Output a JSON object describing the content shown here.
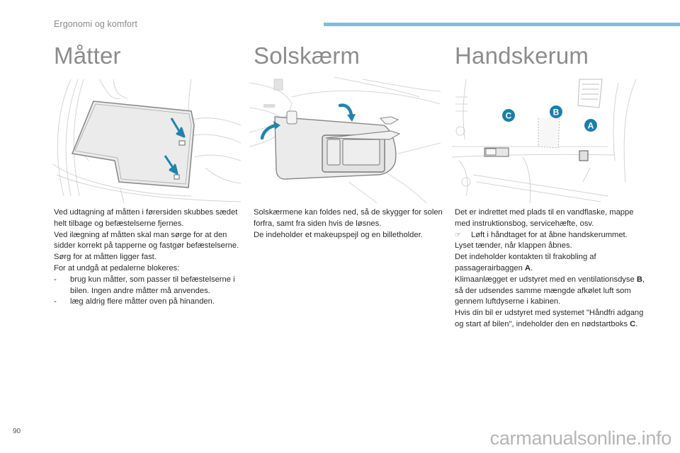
{
  "header": {
    "section_label": "Ergonomi og komfort",
    "accent_color": "#7fbcd6"
  },
  "columns": [
    {
      "title": "Måtter",
      "figure": {
        "description": "floor mat illustration with two blue arrows pointing at fastening clips",
        "arrow_color": "#1f84ad"
      },
      "paragraphs": [
        "Ved udtagning af måtten i førersiden skubbes sædet helt tilbage og befæstelserne fjernes.",
        "Ved ilægning af måtten skal man sørge for at den sidder korrekt på tapperne og fastgør befæstelserne. Sørg for at måtten ligger fast.",
        "For at undgå at pedalerne blokeres:"
      ],
      "bullets": [
        {
          "mark": "-",
          "text": "brug kun måtter, som passer til befæstelserne i bilen. Ingen andre måtter må anvendes."
        },
        {
          "mark": "-",
          "text": "læg aldrig flere måtter oven på hinanden."
        }
      ]
    },
    {
      "title": "Solskærm",
      "figure": {
        "description": "sun visor illustration with curved blue arrows and vanity mirror",
        "arrow_color": "#1f84ad"
      },
      "paragraphs": [
        "Solskærmene kan foldes ned, så de skygger for solen forfra, samt fra siden hvis de løsnes.",
        "De indeholder et makeupspejl og en billetholder."
      ]
    },
    {
      "title": "Handskerum",
      "figure": {
        "description": "glove box illustration with callouts A, B, C",
        "callouts": [
          "C",
          "B",
          "A"
        ],
        "callout_color": "#1b7fa8"
      },
      "paragraphs_before": [
        "Det er indrettet med plads til en vandflaske, mappe med instruktionsbog, servicehæfte, osv."
      ],
      "action_bullet": {
        "mark": "☞",
        "text": "Løft i håndtaget for at åbne handskerummet."
      },
      "lines": {
        "light": "Lyset tænder, når klappen åbnes.",
        "airbag_pre": "Det indeholder kontakten til frakobling af passagerairbaggen ",
        "airbag_ref": "A",
        "airbag_post": ".",
        "vent_pre": "Klimaanlægget er udstyret med en ventilationsdyse ",
        "vent_ref": "B",
        "vent_post": ", så der udsendes samme mængde afkølet luft som gennem luftdyserne i kabinen.",
        "keyless_pre": "Hvis din bil er udstyret med systemet \"Håndfri adgang og start af bilen\", indeholder den en nødstartboks ",
        "keyless_ref": "C",
        "keyless_post": "."
      }
    }
  ],
  "footer": {
    "page_number": "90",
    "watermark": "carmanualsonline.info"
  }
}
